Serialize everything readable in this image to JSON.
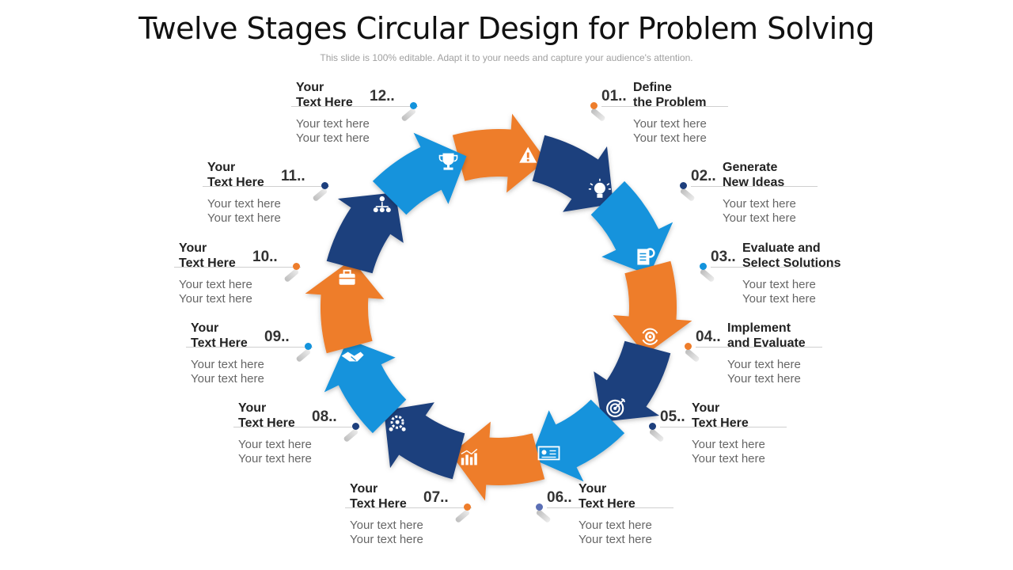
{
  "header": {
    "title": "Twelve Stages Circular Design for Problem Solving",
    "subtitle": "This slide is 100% editable. Adapt it to your needs and capture your audience's attention."
  },
  "colors": {
    "orange": "#ee7d2b",
    "blue": "#1393dc",
    "navy": "#1d3f7d"
  },
  "stages": [
    {
      "num": "01..",
      "head1": "Define",
      "head2": "the Problem",
      "body1": "Your text here",
      "body2": "Your text here",
      "color": "#ee7d2b",
      "icon": "warning-icon"
    },
    {
      "num": "02..",
      "head1": "Generate",
      "head2": "New Ideas",
      "body1": "Your text here",
      "body2": "Your text here",
      "color": "#1d3f7d",
      "icon": "lightbulb-icon"
    },
    {
      "num": "03..",
      "head1": "Evaluate and",
      "head2": "Select Solutions",
      "body1": "Your text here",
      "body2": "Your text here",
      "color": "#1393dc",
      "icon": "document-gear-icon"
    },
    {
      "num": "04..",
      "head1": "Implement",
      "head2": "and Evaluate",
      "body1": "Your text here",
      "body2": "Your text here",
      "color": "#ee7d2b",
      "icon": "refresh-gear-icon"
    },
    {
      "num": "05..",
      "head1": "Your",
      "head2": "Text Here",
      "body1": "Your text here",
      "body2": "Your text here",
      "color": "#1d3f7d",
      "icon": "target-icon"
    },
    {
      "num": "06..",
      "head1": "Your",
      "head2": "Text Here",
      "body1": "Your text here",
      "body2": "Your text here",
      "color": "#1393dc",
      "icon": "presentation-board-icon"
    },
    {
      "num": "07..",
      "head1": "Your",
      "head2": "Text Here",
      "body1": "Your text here",
      "body2": "Your text here",
      "color": "#ee7d2b",
      "icon": "bar-chart-icon"
    },
    {
      "num": "08..",
      "head1": "Your",
      "head2": "Text Here",
      "body1": "Your text here",
      "body2": "Your text here",
      "color": "#1d3f7d",
      "icon": "gear-people-icon"
    },
    {
      "num": "09..",
      "head1": "Your",
      "head2": "Text Here",
      "body1": "Your text here",
      "body2": "Your text here",
      "color": "#1393dc",
      "icon": "handshake-icon"
    },
    {
      "num": "10..",
      "head1": "Your",
      "head2": "Text Here",
      "body1": "Your text here",
      "body2": "Your text here",
      "color": "#ee7d2b",
      "icon": "briefcase-icon"
    },
    {
      "num": "11..",
      "head1": "Your",
      "head2": "Text Here",
      "body1": "Your text here",
      "body2": "Your text here",
      "color": "#1d3f7d",
      "icon": "org-chart-icon"
    },
    {
      "num": "12..",
      "head1": "Your",
      "head2": "Text Here",
      "body1": "Your text here",
      "body2": "Your text here",
      "color": "#1393dc",
      "icon": "trophy-icon"
    }
  ]
}
